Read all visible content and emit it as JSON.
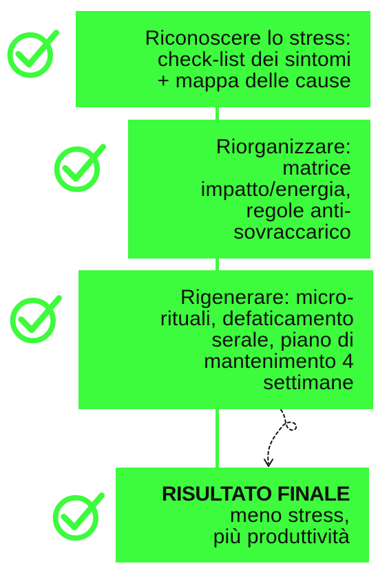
{
  "colors": {
    "accent": "#3dfb3d",
    "text": "#111111",
    "background": "#ffffff",
    "arrow": "#111111"
  },
  "steps": [
    {
      "icon": "check-circle-icon",
      "lines": [
        "Riconoscere lo stress:",
        "check-list dei sintomi",
        "+ mappa delle cause"
      ]
    },
    {
      "icon": "check-circle-icon",
      "lines": [
        "Riorganizzare:",
        "matrice",
        "impatto/energia,",
        "regole anti-",
        "sovraccarico"
      ]
    },
    {
      "icon": "check-circle-icon",
      "lines": [
        "Rigenerare: micro-",
        "rituali, defaticamento",
        "serale, piano di",
        "mantenimento 4",
        "settimane"
      ]
    }
  ],
  "result": {
    "icon": "check-circle-icon",
    "title": "RISULTATO FINALE",
    "lines": [
      "meno stress,",
      "più produttività"
    ]
  }
}
